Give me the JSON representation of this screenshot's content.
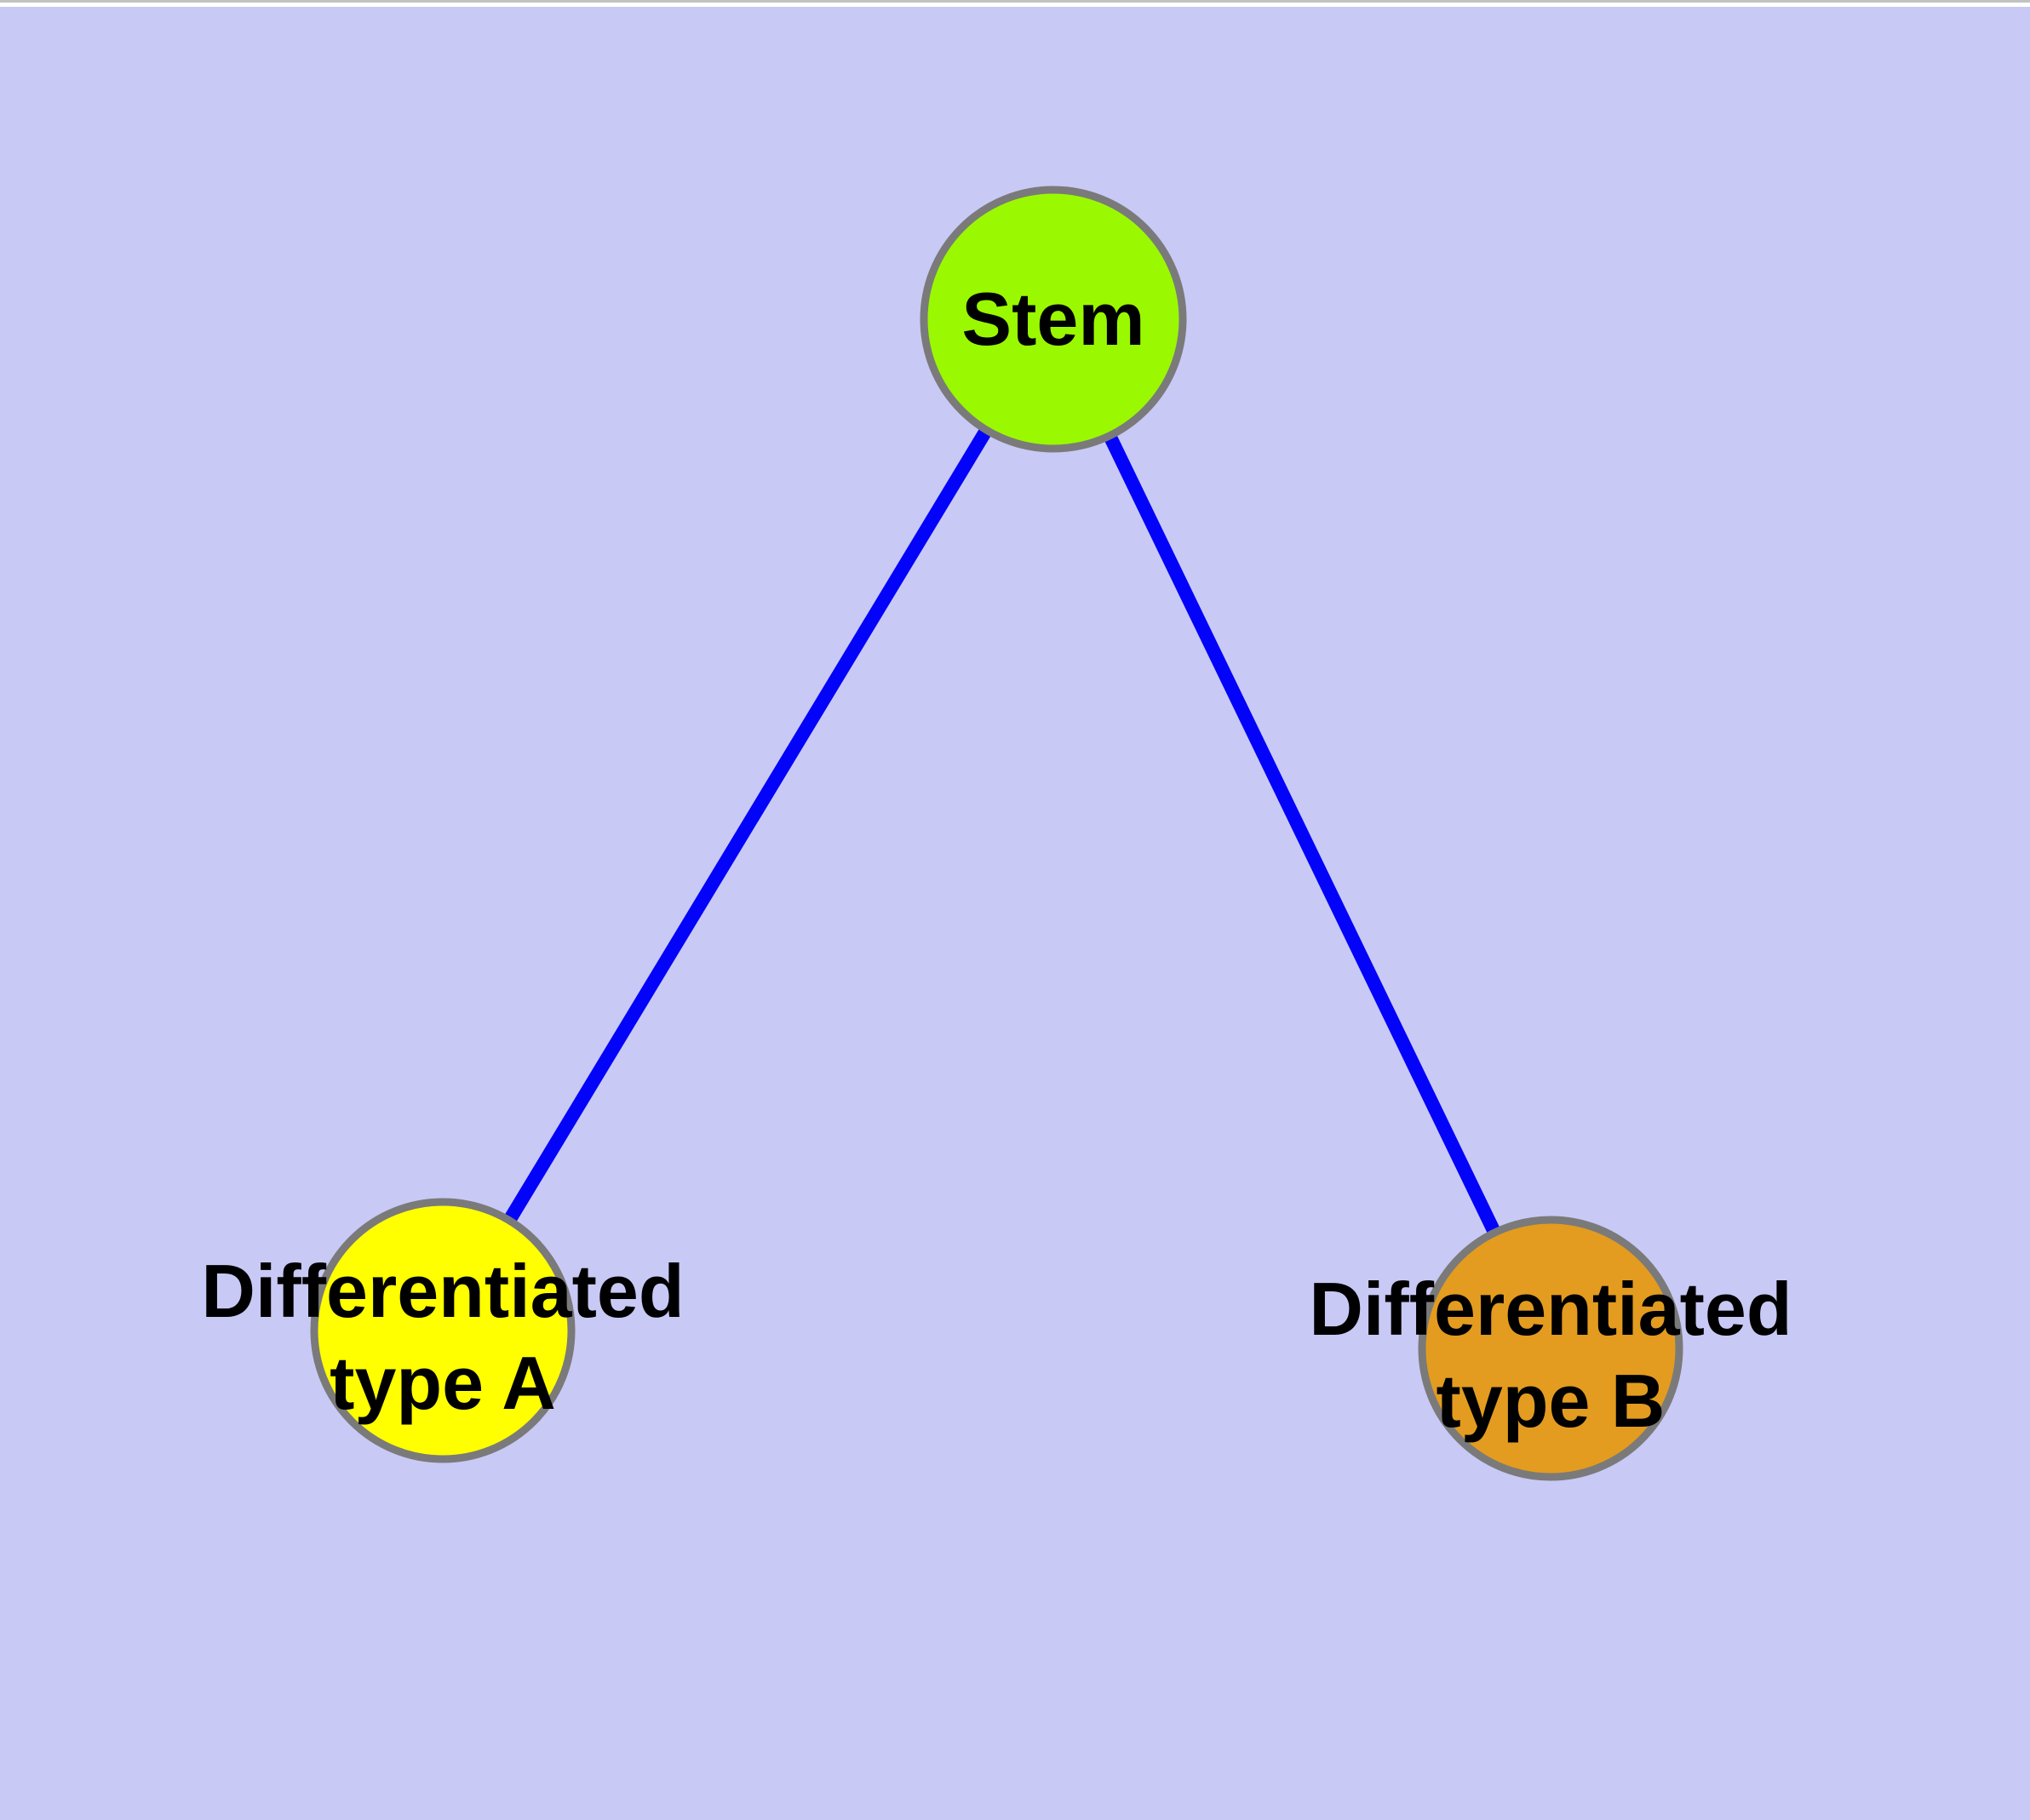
{
  "canvas": {
    "background_color": "#C9C9F6",
    "top_strip": {
      "edge_line_color": "#C2C2C2",
      "strip_color": "#FFFFFF"
    }
  },
  "diagram": {
    "type": "node-link-graph",
    "nodes": [
      {
        "id": "stem",
        "label": "Stem",
        "fill": "#9AF900",
        "border_color": "#7A7A7A",
        "text_color": "#000000"
      },
      {
        "id": "differentiated-type-a",
        "label_line1": "Differentiated",
        "label_line2": "type A",
        "fill": "#FFFF00",
        "border_color": "#7A7A7A",
        "text_color": "#000000"
      },
      {
        "id": "differentiated-type-b",
        "label_line1": "Differentiated",
        "label_line2": "type B",
        "fill": "#E39C1F",
        "border_color": "#7A7A7A",
        "text_color": "#000000"
      }
    ],
    "edges": [
      {
        "from": "stem",
        "to": "differentiated-type-a",
        "color": "#0303FA"
      },
      {
        "from": "stem",
        "to": "differentiated-type-b",
        "color": "#0303FA"
      }
    ]
  }
}
